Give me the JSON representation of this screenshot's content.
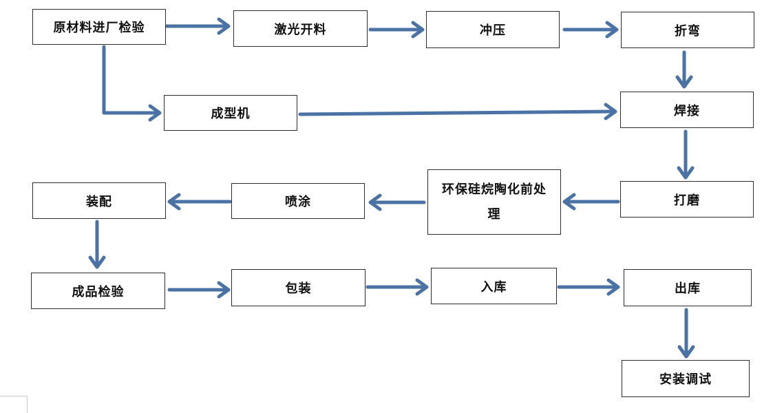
{
  "flowchart": {
    "steps": {
      "raw_material_inspection": "原材料进厂检验",
      "laser_cutting": "激光开料",
      "stamping": "冲压",
      "bending": "折弯",
      "forming_machine": "成型机",
      "welding": "焊接",
      "grinding": "打磨",
      "pretreatment_line1": "环保硅烷陶化前处",
      "pretreatment_line2": "理",
      "spraying": "喷涂",
      "assembly": "装配",
      "finished_inspection": "成品检验",
      "packaging": "包装",
      "warehousing_in": "入库",
      "warehousing_out": "出库",
      "installation_debugging": "安装调试"
    },
    "colors": {
      "arrow": "#4a72a4",
      "box_border": "#2b2b2b",
      "text": "#111111"
    }
  }
}
